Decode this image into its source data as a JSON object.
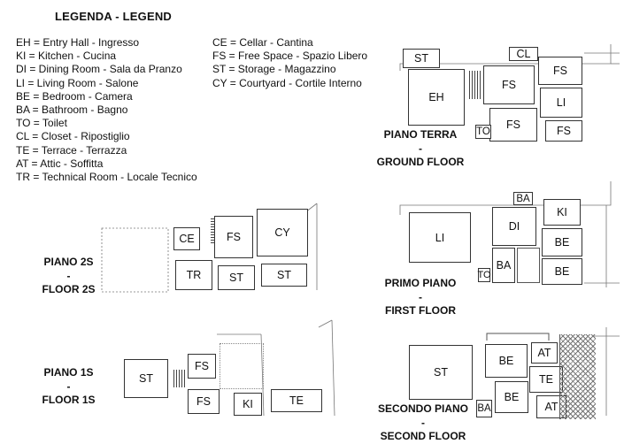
{
  "legend": {
    "title": "LEGENDA - LEGEND",
    "left": [
      "EH = Entry Hall - Ingresso",
      "KI = Kitchen - Cucina",
      "DI = Dining Room - Sala da Pranzo",
      "LI = Living Room - Salone",
      "BE = Bedroom - Camera",
      "BA = Bathroom - Bagno",
      "TO = Toilet",
      "CL = Closet - Ripostiglio",
      "TE = Terrace - Terrazza",
      "AT = Attic - Soffitta",
      "TR = Technical Room - Locale Tecnico"
    ],
    "right": [
      "CE = Cellar - Cantina",
      "FS = Free Space - Spazio Libero",
      "ST = Storage - Magazzino",
      "CY = Courtyard - Cortile Interno"
    ]
  },
  "floors": {
    "ground": {
      "line1": "PIANO TERRA",
      "line2": "-",
      "line3": "GROUND FLOOR"
    },
    "first": {
      "line1": "PRIMO PIANO",
      "line2": "-",
      "line3": "FIRST FLOOR"
    },
    "second": {
      "line1": "SECONDO PIANO",
      "line2": "-",
      "line3": "SECOND FLOOR"
    },
    "f2s": {
      "line1": "PIANO 2S",
      "line2": "-",
      "line3": "FLOOR 2S"
    },
    "f1s": {
      "line1": "PIANO 1S",
      "line2": "-",
      "line3": "FLOOR 1S"
    }
  },
  "rooms": {
    "ground": {
      "st": "ST",
      "cl": "CL",
      "eh": "EH",
      "fs1": "FS",
      "fs2": "FS",
      "li": "LI",
      "fs3": "FS",
      "fs4": "FS",
      "to": "TO"
    },
    "first": {
      "ba1": "BA",
      "ki": "KI",
      "di": "DI",
      "li": "LI",
      "be1": "BE",
      "ba2": "BA",
      "be2": "BE",
      "to": "TO"
    },
    "second": {
      "st": "ST",
      "be1": "BE",
      "at1": "AT",
      "te": "TE",
      "be2": "BE",
      "at2": "AT",
      "ba": "BA"
    },
    "f2s": {
      "ce": "CE",
      "fs": "FS",
      "cy": "CY",
      "tr": "TR",
      "st1": "ST",
      "st2": "ST"
    },
    "f1s": {
      "st": "ST",
      "fs1": "FS",
      "fs2": "FS",
      "ki": "KI",
      "te": "TE"
    }
  }
}
